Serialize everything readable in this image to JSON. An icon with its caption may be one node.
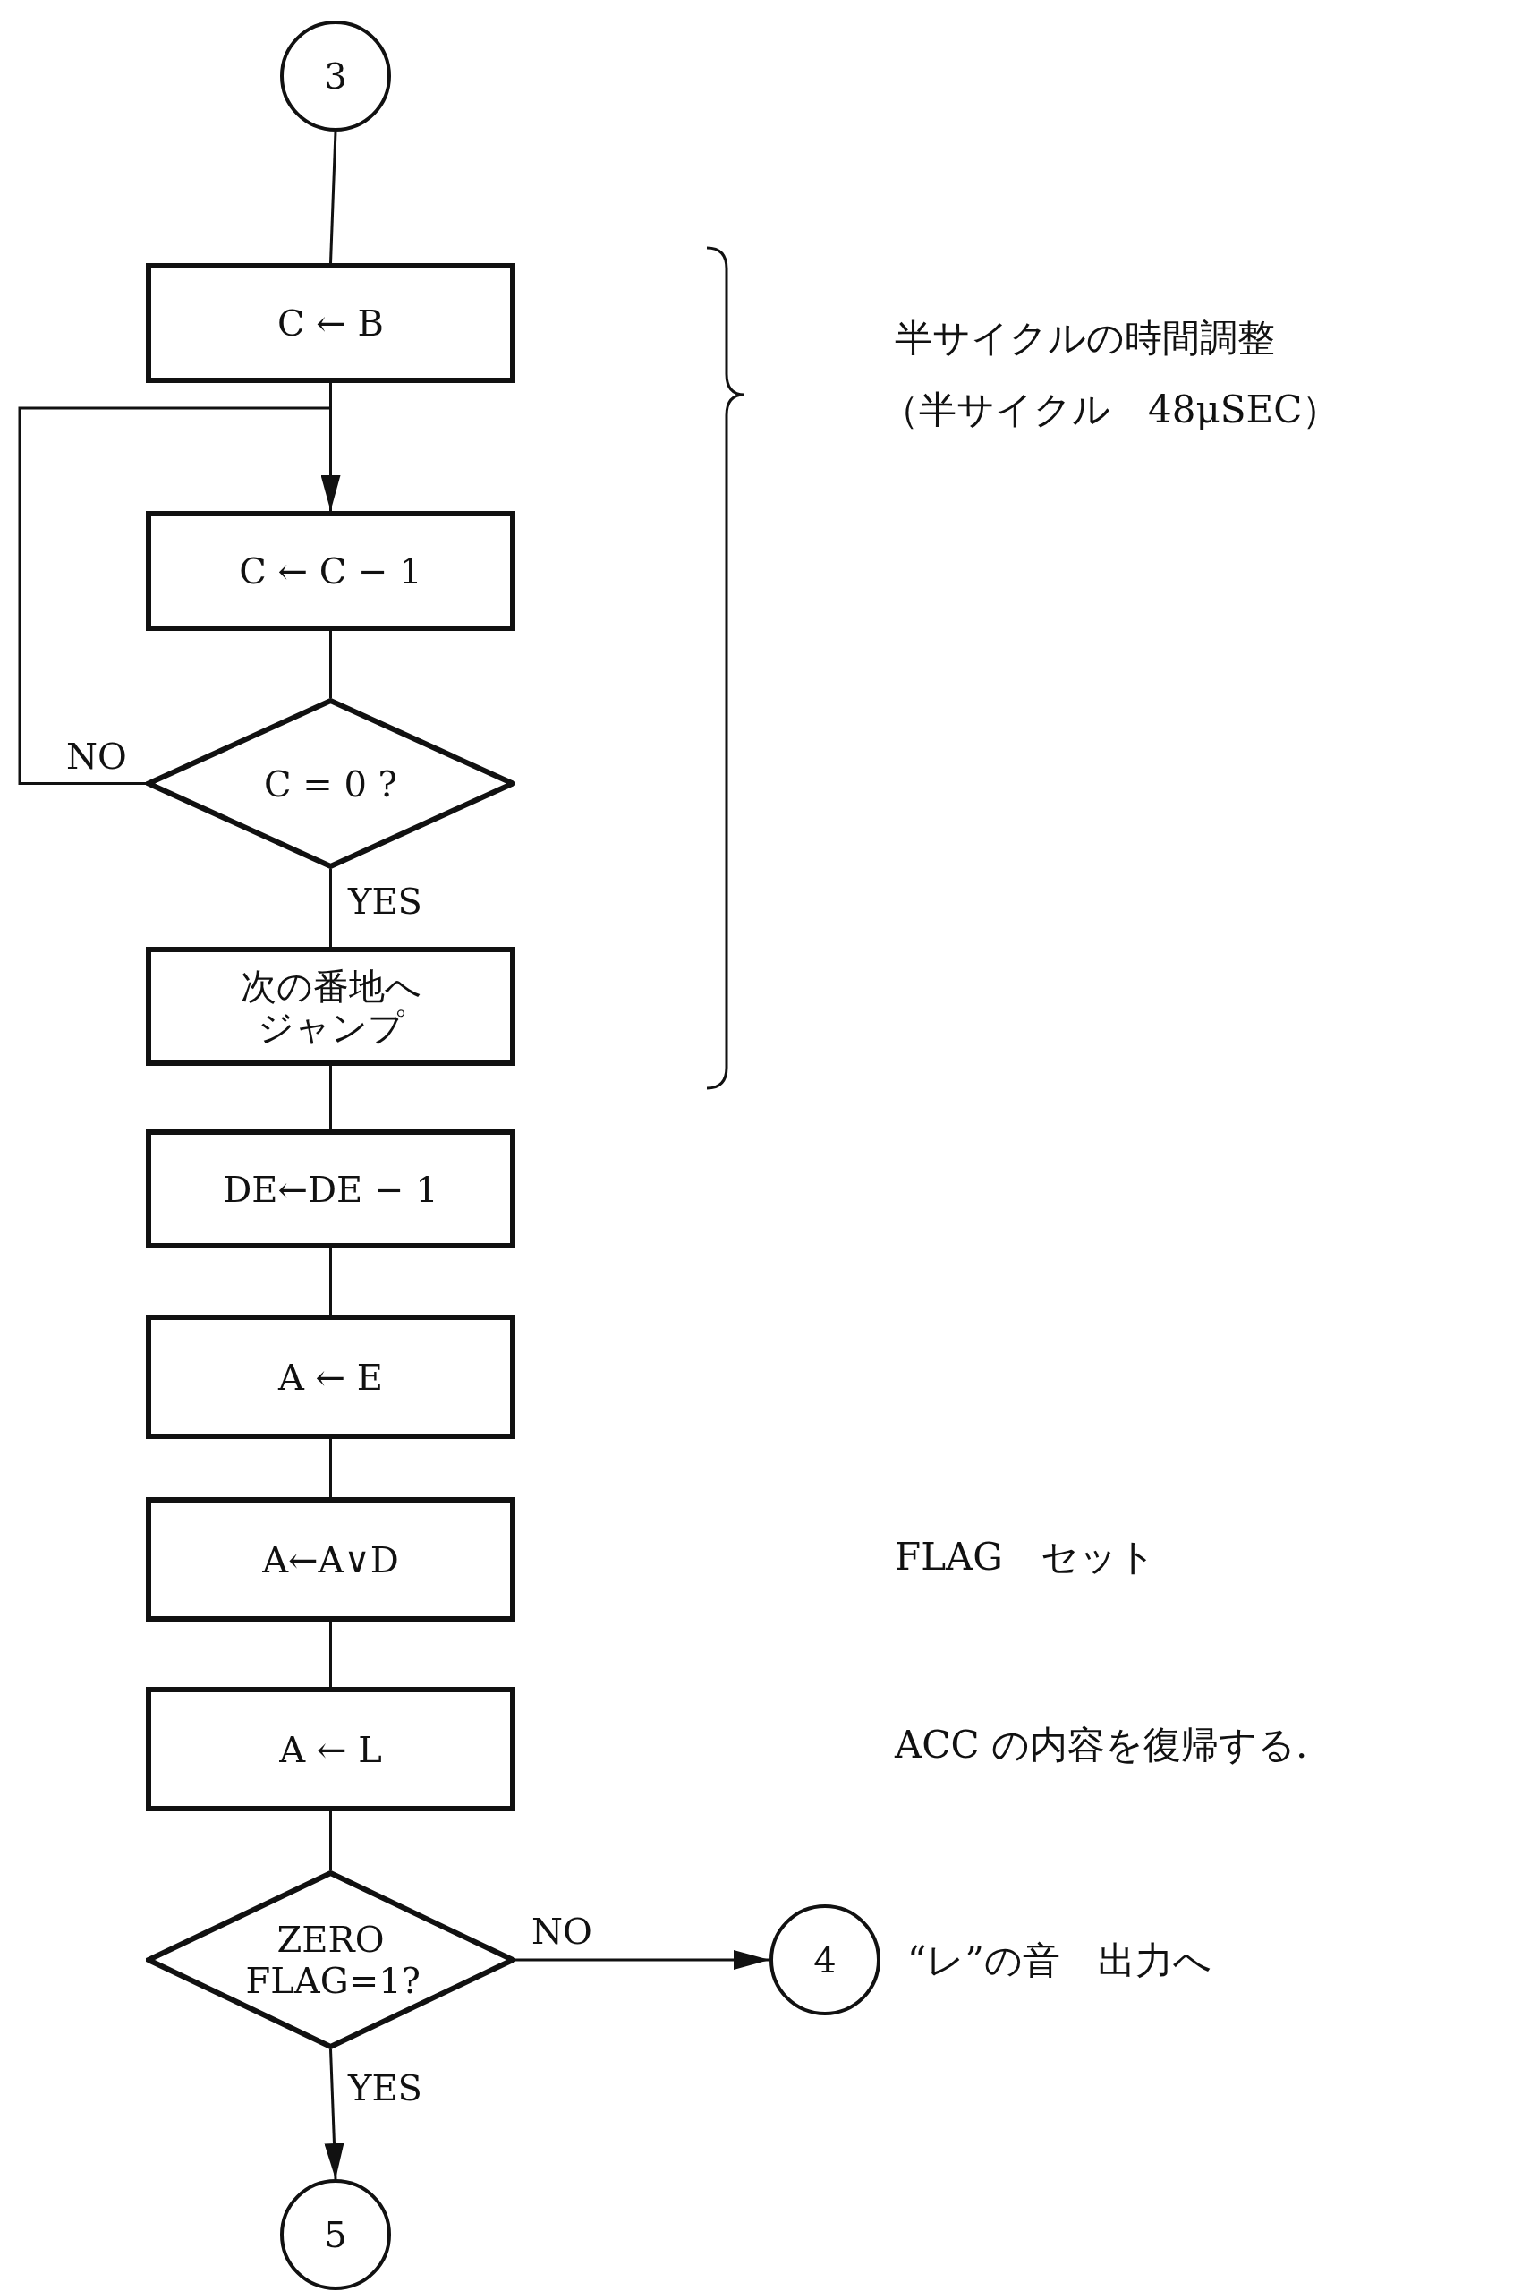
{
  "diagram": {
    "nodes": [
      {
        "text": [
          "3"
        ]
      },
      {
        "text": [
          "C ← B"
        ]
      },
      {
        "text": [
          "C ← C − 1"
        ]
      },
      {
        "text": [
          "C = 0 ?"
        ]
      },
      {
        "text": [
          "次の番地へジャンプ"
        ]
      },
      {
        "text": [
          "DE←DE − 1"
        ]
      },
      {
        "text": [
          "A ← E"
        ]
      },
      {
        "text": [
          "A←A∨D"
        ]
      },
      {
        "text": [
          "A ← L"
        ]
      },
      {
        "text": [
          "ZERO FLAG=1?"
        ]
      },
      {
        "text": [
          "4"
        ],
        "beside": [
          "“レ”の音　出力へ"
        ]
      },
      {
        "text": [
          "5"
        ]
      }
    ],
    "edges": [
      {
        "from": 0,
        "to": 1,
        "arrow": "none"
      },
      {
        "from": 1,
        "to": 2,
        "arrow": "none"
      },
      {
        "from": 3,
        "to": 2,
        "arrow": "to",
        "label": "NO"
      },
      {
        "from": 2,
        "to": 3,
        "arrow": "none"
      },
      {
        "from": 3,
        "to": 4,
        "arrow": "none",
        "label": "YES"
      },
      {
        "from": 4,
        "to": 5,
        "arrow": "none"
      },
      {
        "from": 5,
        "to": 6,
        "arrow": "none"
      },
      {
        "from": 6,
        "to": 7,
        "arrow": "none"
      },
      {
        "from": 7,
        "to": 8,
        "arrow": "none"
      },
      {
        "from": 8,
        "to": 9,
        "arrow": "none"
      },
      {
        "from": 9,
        "to": 10,
        "arrow": "to",
        "label": "NO"
      },
      {
        "from": 9,
        "to": 11,
        "arrow": "to",
        "label": "YES"
      }
    ],
    "labels": [
      "半サイクルの時間調整",
      "（半サイクル　48μSEC）",
      "FLAG　セット",
      "ACC の内容を復帰する."
    ]
  }
}
